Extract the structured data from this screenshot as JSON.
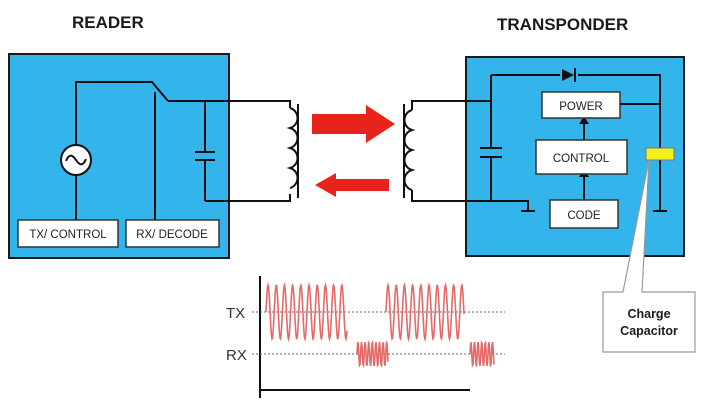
{
  "reader": {
    "title": "READER",
    "tx_control": "TX/ CONTROL",
    "rx_decode": "RX/ DECODE"
  },
  "transponder": {
    "title": "TRANSPONDER",
    "power": "POWER",
    "control": "CONTROL",
    "code": "CODE"
  },
  "signals": {
    "tx_label": "TX",
    "rx_label": "RX"
  },
  "callout": {
    "line1": "Charge",
    "line2": "Capacitor"
  },
  "colors": {
    "panel_fill": "#33b5ec",
    "panel_border": "#1a1a1a",
    "arrow_red": "#e8231b",
    "signal_red": "#e46a6a",
    "capacitor_yellow": "#f5ee1c"
  },
  "icons": {
    "ac_source": "ac-source-icon",
    "diode": "diode-icon",
    "arrow_right": "arrow-right-icon",
    "arrow_left": "arrow-left-icon"
  }
}
